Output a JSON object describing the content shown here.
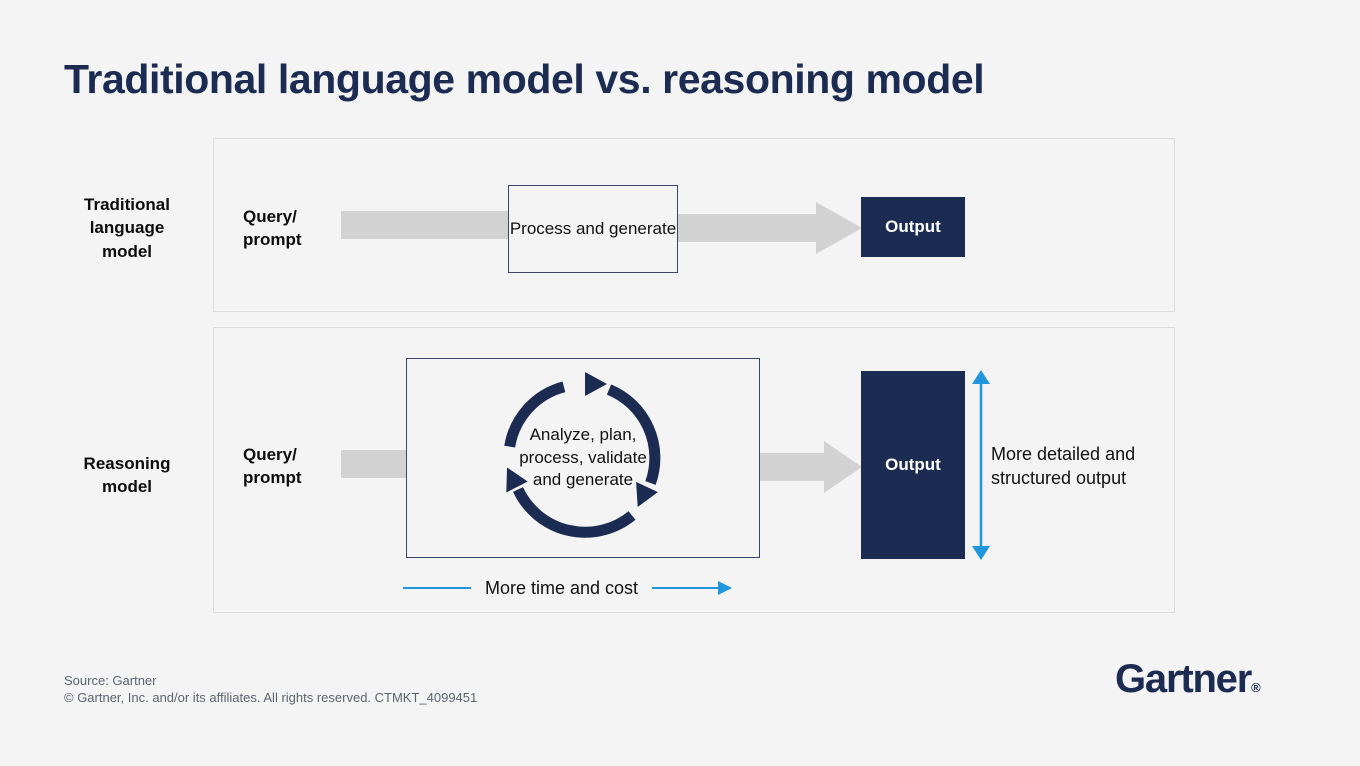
{
  "page": {
    "title": "Traditional language model vs. reasoning model",
    "background_color": "#f4f4f4",
    "navy": "#1c2b51",
    "cyan": "#2196dd",
    "gray_arrow": "#d2d2d2"
  },
  "rows": [
    {
      "label": "Traditional\nlanguage\nmodel",
      "label_line1": "Traditional",
      "label_line2": "language",
      "label_line3": "model",
      "query_line1": "Query/",
      "query_line2": "prompt",
      "process_label": "Process and generate",
      "output_label": "Output"
    },
    {
      "label_line1": "Reasoning",
      "label_line2": "model",
      "query_line1": "Query/",
      "query_line2": "prompt",
      "cycle_label": "Analyze, plan, process, validate and generate",
      "output_label": "Output"
    }
  ],
  "annotations": {
    "detail_note": "More detailed and structured output",
    "time_cost": "More time and cost"
  },
  "footer": {
    "source": "Source: Gartner",
    "copyright": "© Gartner, Inc. and/or its affiliates. All rights reserved. CTMKT_4099451"
  },
  "logo": {
    "name": "Gartner",
    "registered": "®"
  }
}
